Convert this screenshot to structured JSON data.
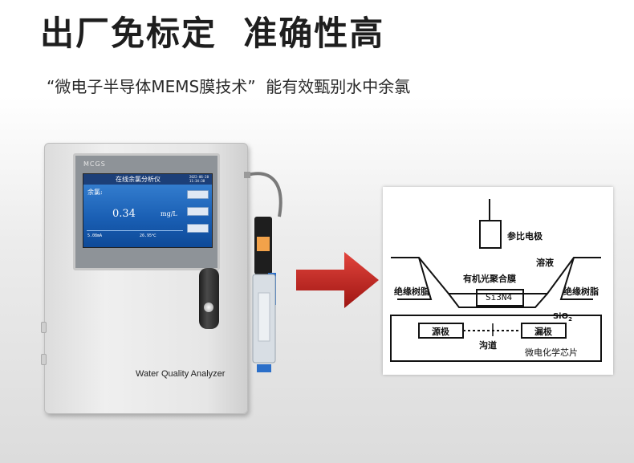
{
  "header": {
    "headline": "出厂免标定  准确性高",
    "subline": "“微电子半导体MEMS膜技术”  能有效甄别水中余氯"
  },
  "device": {
    "bezel_brand": "MCGS",
    "label": "Water Quality Analyzer",
    "screen": {
      "title": "在线余氯分析仪",
      "date": "2022-06-28",
      "time": "11:34:38",
      "reading_label": "余氯:",
      "value": "0.34",
      "unit": "mg/L",
      "current": "5.08mA",
      "temperature": "26.95℃",
      "buttons": [
        "",
        "",
        ""
      ]
    }
  },
  "diagram": {
    "reference_electrode": "参比电极",
    "solution": "溶液",
    "membrane": "有机光聚合膜",
    "insulating_resin_left": "绝缘树脂",
    "insulating_resin_right": "绝缘树脂",
    "si3n4": "Si3N4",
    "sio2": "SiO",
    "sio2_sub": "2",
    "source": "源极",
    "drain": "漏极",
    "channel": "沟道",
    "chip": "微电化学芯片"
  },
  "colors": {
    "arrow_red": "#c8221e",
    "screen_blue": "#1a5fb4"
  }
}
